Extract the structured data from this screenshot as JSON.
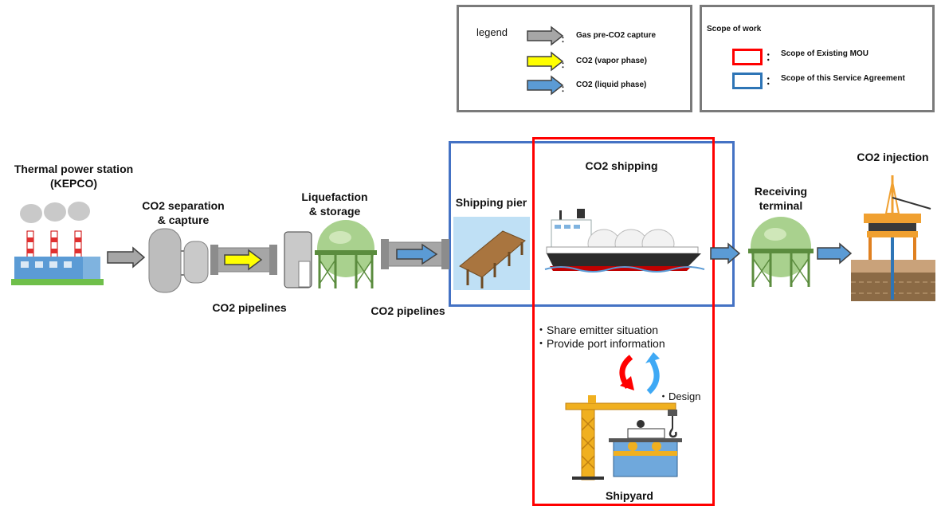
{
  "legend": {
    "title": "legend",
    "items": [
      {
        "label": "Gas pre-CO2 capture",
        "color": "#a6a6a6"
      },
      {
        "label": "CO2 (vapor phase)",
        "color": "#ffff00"
      },
      {
        "label": "CO2 (liquid phase)",
        "color": "#5b9bd5"
      }
    ],
    "separator": "："
  },
  "scope": {
    "title": "Scope of work",
    "items": [
      {
        "label": "Scope of Existing MOU",
        "color": "#ff0000"
      },
      {
        "label": "Scope of this Service Agreement",
        "color": "#4472c4"
      }
    ],
    "separator": "："
  },
  "stages": {
    "thermal_line1": "Thermal power station",
    "thermal_line2": "(KEPCO)",
    "separation_line1": "CO2 separation",
    "separation_line2": "& capture",
    "pipelines1": "CO2 pipelines",
    "liquefaction_line1": "Liquefaction",
    "liquefaction_line2": "& storage",
    "pipelines2": "CO2 pipelines",
    "shipping_pier": "Shipping pier",
    "co2_shipping": "CO2 shipping",
    "receiving_line1": "Receiving",
    "receiving_line2": "terminal",
    "injection": "CO2 injection",
    "shipyard": "Shipyard"
  },
  "notes": {
    "share": "・Share emitter situation",
    "provide": "・Provide port information",
    "design": "・Design"
  }
}
